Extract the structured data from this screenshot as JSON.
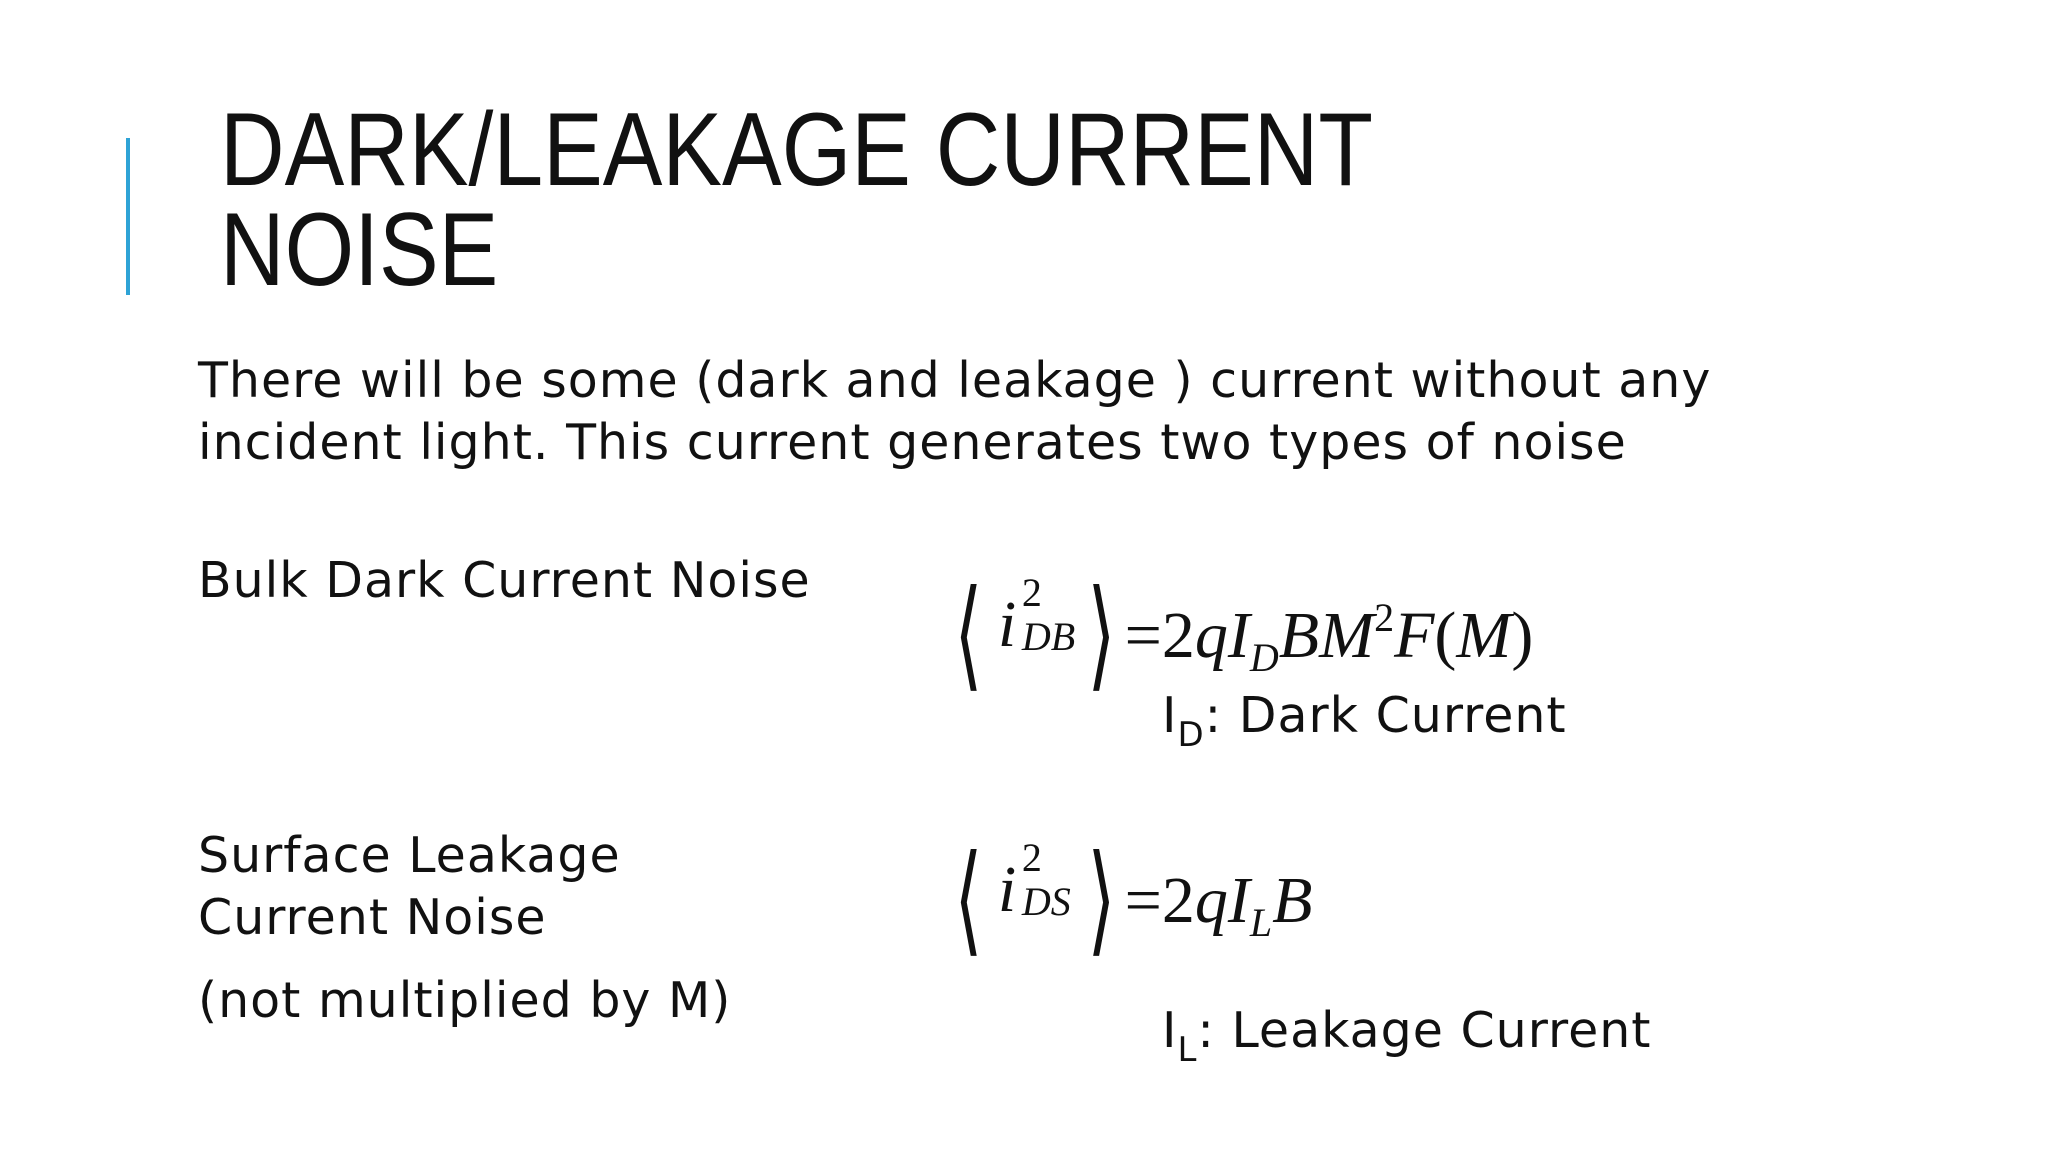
{
  "slide": {
    "accent_color": "#2ea3d6",
    "title_lines": [
      "DARK/LEAKAGE CURRENT",
      "NOISE"
    ],
    "intro_lines": [
      "There will be some (dark and leakage ) current without any",
      "incident light. This current generates two types of noise"
    ],
    "bulk": {
      "label": "Bulk Dark Current Noise",
      "equation": {
        "var": "i",
        "sup": "2",
        "sub": "DB",
        "equals": "=",
        "rhs_coef": "2",
        "q": "q",
        "I": "I",
        "I_sub": "D",
        "B": "B",
        "M": "M",
        "M_sup": "2",
        "F": "F",
        "open_paren": "(",
        "arg": "M",
        "close_paren": ")"
      },
      "definition": {
        "symbol": "I",
        "sub": "D",
        "text": ": Dark Current"
      }
    },
    "surface": {
      "label_lines": [
        "Surface Leakage",
        "Current Noise"
      ],
      "note": "(not multiplied by M)",
      "equation": {
        "var": "i",
        "sup": "2",
        "sub": "DS",
        "equals": "=",
        "rhs_coef": "2",
        "q": "q",
        "I": "I",
        "I_sub": "L",
        "B": "B"
      },
      "definition": {
        "symbol": "I",
        "sub": "L",
        "text": ": Leakage Current"
      }
    },
    "angle_left": "⟨",
    "angle_right": "⟩"
  }
}
